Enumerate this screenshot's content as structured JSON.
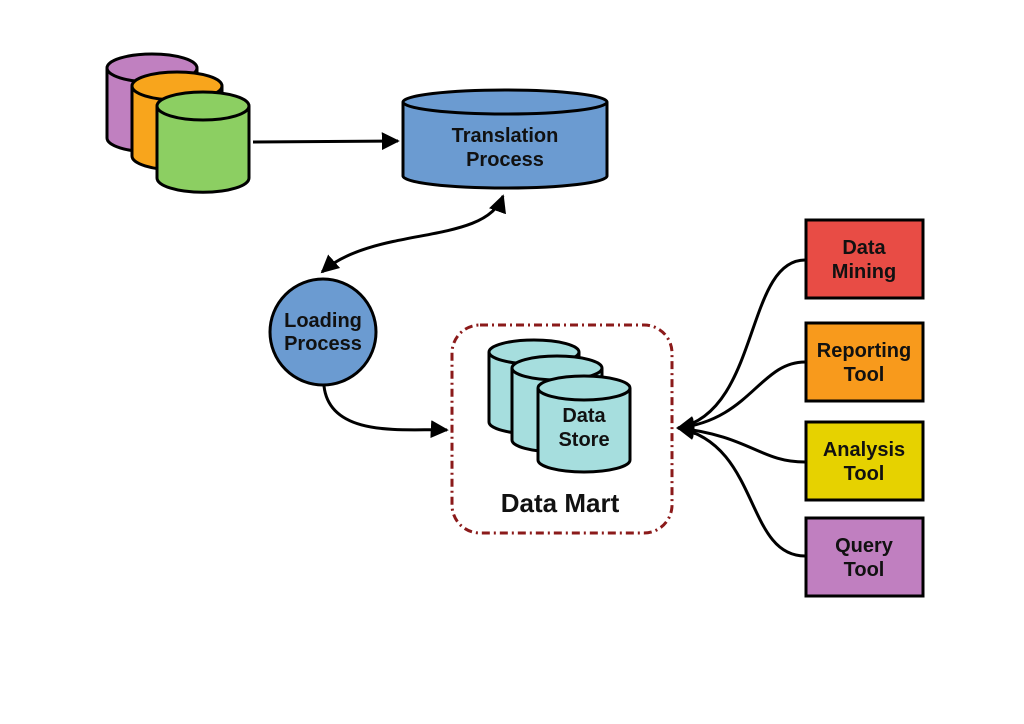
{
  "colors": {
    "source_purple": "#c080c0",
    "source_orange": "#f8a51c",
    "source_green": "#8ccf62",
    "translation": "#6b9bd1",
    "loading": "#6b9bd1",
    "store": "#a6dede",
    "mart_border": "#8b1a1a",
    "data_mining": "#e84c45",
    "reporting_tool": "#f89a1c",
    "analysis_tool": "#e6d200",
    "query_tool": "#c07fc0"
  },
  "nodes": {
    "translation": {
      "line1": "Translation",
      "line2": "Process"
    },
    "loading": {
      "line1": "Loading",
      "line2": "Process"
    },
    "data_store": {
      "line1": "Data",
      "line2": "Store"
    },
    "data_mart": {
      "label": "Data Mart"
    },
    "tools": [
      {
        "line1": "Data",
        "line2": "Mining"
      },
      {
        "line1": "Reporting",
        "line2": "Tool"
      },
      {
        "line1": "Analysis",
        "line2": "Tool"
      },
      {
        "line1": "Query",
        "line2": "Tool"
      }
    ]
  }
}
